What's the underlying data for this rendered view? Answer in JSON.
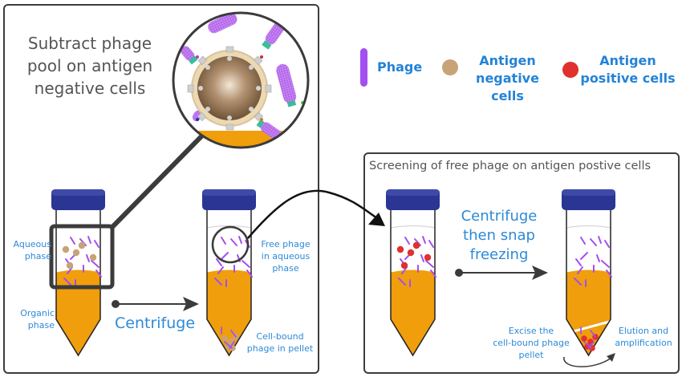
{
  "colors": {
    "phage": "#a44ff0",
    "antigen_negative_cell": "#c8a377",
    "antigen_positive_cell": "#e0312e",
    "organic_phase": "#f09e0c",
    "cap": "#2b3593",
    "label_blue": "#2c8ad8",
    "panel_border": "#3d3d3d",
    "title_gray": "#555555"
  },
  "left_panel": {
    "title_lines": [
      "Subtract phage",
      "pool on antigen",
      "negative cells"
    ],
    "tube1_labels": {
      "aqueous": [
        "Aqueous",
        "phase"
      ],
      "organic": [
        "Organic",
        "phase"
      ]
    },
    "arrow_label": "Centrifuge",
    "tube2_labels": {
      "free_phage": [
        "Free phage",
        "in aqueous",
        "phase"
      ],
      "cell_bound": [
        "Cell-bound",
        "phage in pellet"
      ]
    }
  },
  "legend": {
    "items": [
      {
        "icon": "phage-rod-icon",
        "lines": [
          "Phage"
        ]
      },
      {
        "icon": "antigen-negative-cell-icon",
        "lines": [
          "Antigen",
          "negative cells"
        ]
      },
      {
        "icon": "antigen-positive-cell-icon",
        "lines": [
          "Antigen",
          "positive cells"
        ]
      }
    ]
  },
  "right_panel": {
    "title": "Screening of free phage on antigen postive cells",
    "arrow_label_lines": [
      "Centrifuge",
      "then snap",
      "freezing"
    ],
    "excise_label": [
      "Excise the",
      "cell-bound phage",
      "pellet"
    ],
    "elution_label": [
      "Elution and",
      "amplification"
    ]
  }
}
